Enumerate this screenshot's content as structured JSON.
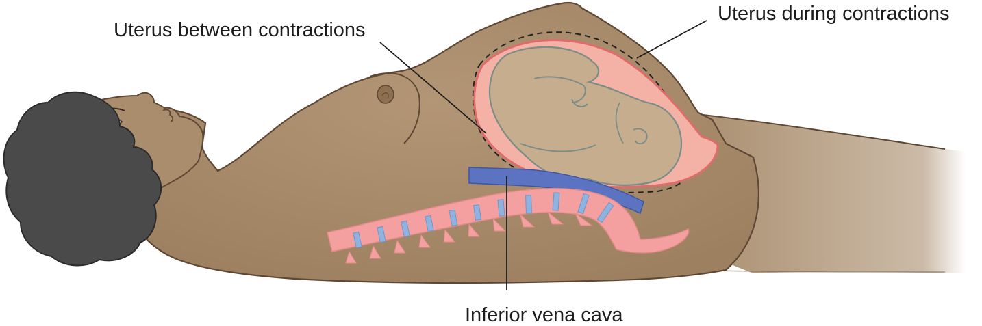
{
  "labels": {
    "uterus_between": "Uterus between contractions",
    "uterus_during": "Uterus during contractions",
    "ivc": "Inferior vena cava"
  },
  "colors": {
    "skin": "#a98d6d",
    "skin_outline": "#5e4835",
    "hair": "#4a4a4a",
    "uterus_fill": "#f4b2a6",
    "uterus_outline": "#e06b6b",
    "fetus_fill": "#c6ad8d",
    "fetus_outline": "#7c8c88",
    "spine": "#f4a0a0",
    "disc": "#8fb3de",
    "vena_cava": "#5b73c1",
    "leader_line": "#1c1c1c"
  }
}
